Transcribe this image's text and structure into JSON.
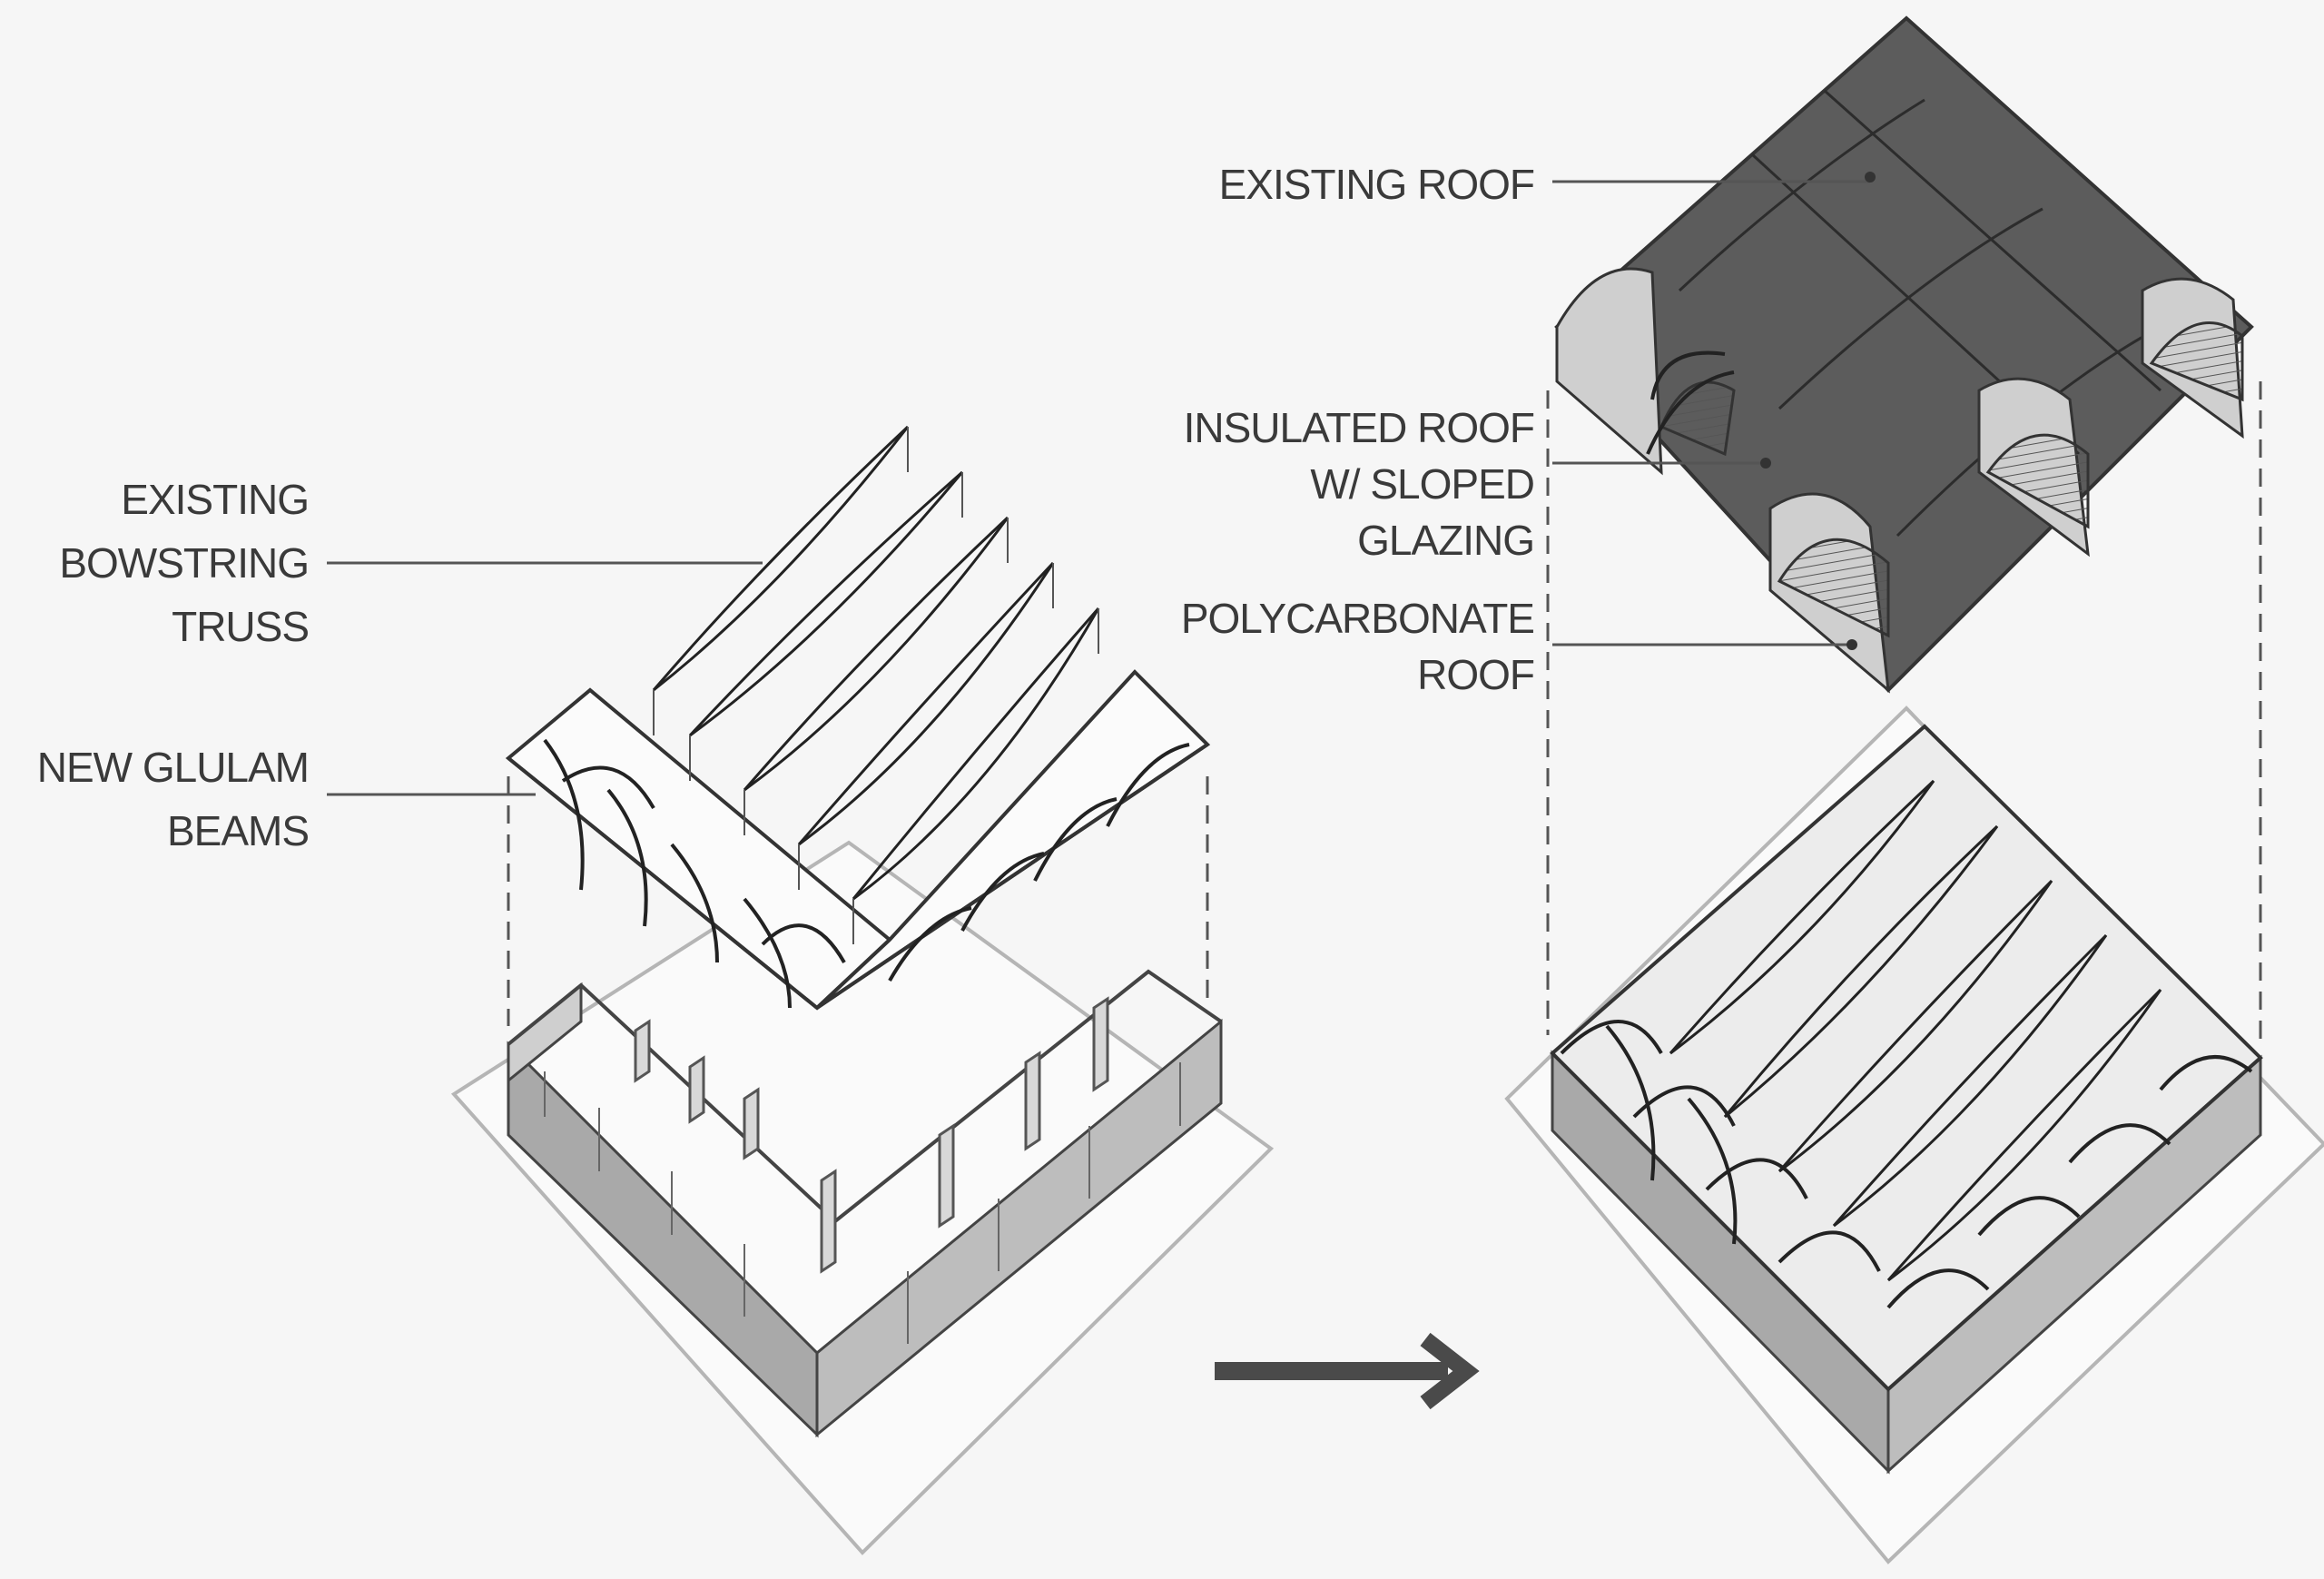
{
  "labels": {
    "existing_bowstring_truss": [
      "EXISTING",
      "BOWSTRING",
      "TRUSS"
    ],
    "new_glulam_beams": [
      "NEW GLULAM",
      "BEAMS"
    ],
    "existing_roof": "EXISTING ROOF",
    "insulated_roof": [
      "INSULATED ROOF",
      "W/ SLOPED",
      "GLAZING"
    ],
    "polycarbonate_roof": [
      "POLYCARBONATE",
      "ROOF"
    ]
  },
  "colors": {
    "background": "#f6f6f6",
    "ink": "#3a3a3a",
    "roof_dark": "#5c5c5c",
    "roof_light": "#cfcfcf",
    "wall_grey": "#a9a9a9",
    "arrow": "#4a4a4a"
  }
}
